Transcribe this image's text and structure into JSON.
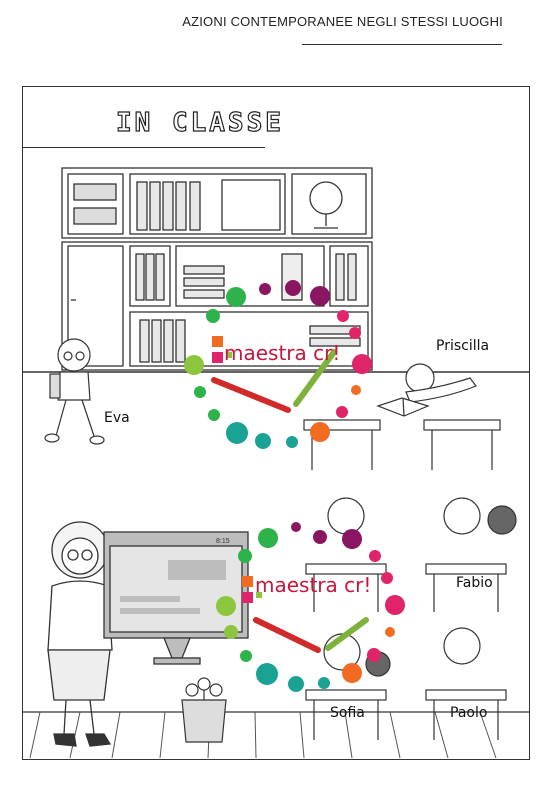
{
  "header": {
    "title": "AZIONI CONTEMPORANEE NEGLI STESSI LUOGHI"
  },
  "worksheet": {
    "title": "IN CLASSE"
  },
  "watermark": {
    "text": "maestra cr!"
  },
  "characters": {
    "eva": "Eva",
    "priscilla": "Priscilla",
    "fabio": "Fabio",
    "sofia": "Sofia",
    "paolo": "Paolo"
  },
  "monitor": {
    "clock": "8:15"
  },
  "colors": {
    "line": "#333333",
    "dot_green": "#2db34a",
    "dot_teal": "#1aa295",
    "dot_purple": "#8a1561",
    "dot_pink": "#e0246a",
    "dot_orange": "#f26b22",
    "dot_lime": "#8cc63f",
    "pencil_red": "#d12a2a",
    "pencil_green": "#7fb23a",
    "watermark": "#c8163c"
  }
}
